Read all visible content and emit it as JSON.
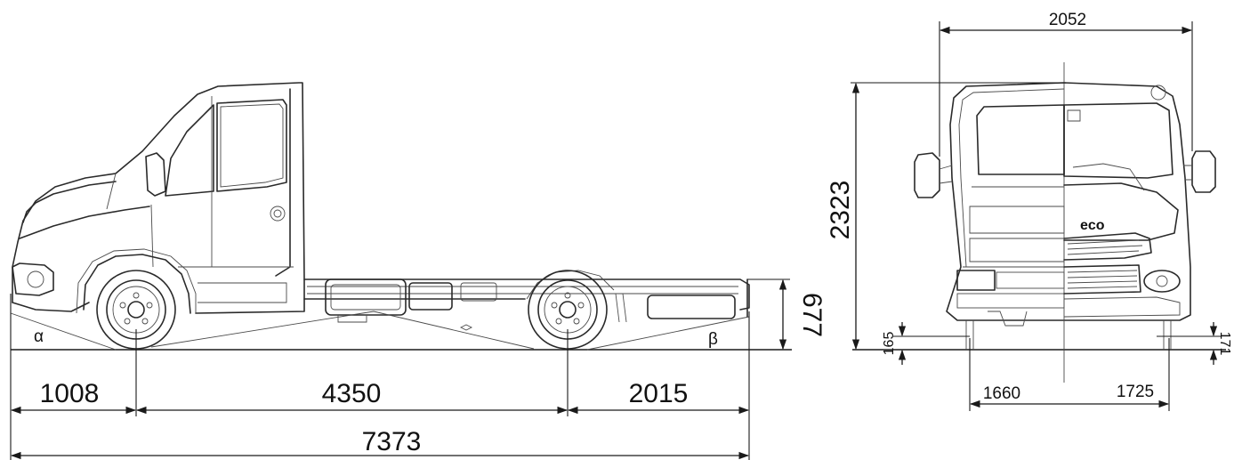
{
  "side_view": {
    "dimensions": {
      "front_overhang": "1008",
      "wheelbase": "4350",
      "rear_overhang": "2015",
      "overall_length": "7373",
      "frame_height": "677"
    },
    "angles": {
      "approach": "α",
      "departure": "β"
    }
  },
  "front_view": {
    "dimensions": {
      "width": "2052",
      "height": "2323",
      "ground_clearance_left": "165",
      "ground_clearance_right": "171",
      "track_front": "1660",
      "track_rear": "1725"
    },
    "badge": "eco"
  }
}
